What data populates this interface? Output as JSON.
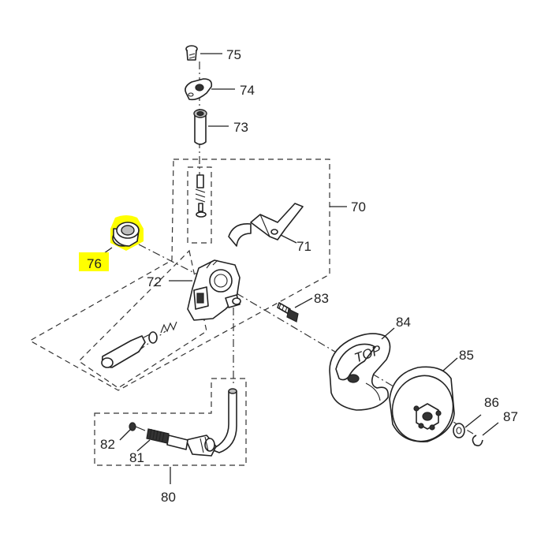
{
  "diagram": {
    "highlight_color": "#ffff00",
    "callouts": [
      {
        "id": "75",
        "label": "75"
      },
      {
        "id": "74",
        "label": "74"
      },
      {
        "id": "73",
        "label": "73"
      },
      {
        "id": "70",
        "label": "70"
      },
      {
        "id": "71",
        "label": "71"
      },
      {
        "id": "76",
        "label": "76",
        "highlighted": true
      },
      {
        "id": "72",
        "label": "72"
      },
      {
        "id": "83",
        "label": "83"
      },
      {
        "id": "84",
        "label": "84"
      },
      {
        "id": "85",
        "label": "85"
      },
      {
        "id": "86",
        "label": "86"
      },
      {
        "id": "87",
        "label": "87"
      },
      {
        "id": "82",
        "label": "82"
      },
      {
        "id": "81",
        "label": "81"
      },
      {
        "id": "80",
        "label": "80"
      }
    ],
    "clutch_text": "TOP"
  }
}
